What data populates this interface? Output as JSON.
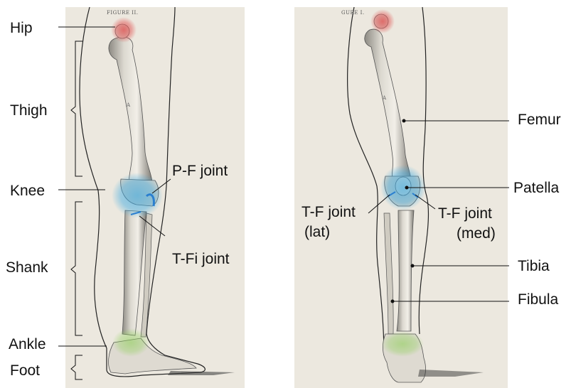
{
  "left_panel": {
    "plate_title": "FIGURE II.",
    "labels": {
      "hip": "Hip",
      "thigh": "Thigh",
      "knee": "Knee",
      "shank": "Shank",
      "ankle": "Ankle",
      "foot": "Foot",
      "pf_joint": "P-F joint",
      "tfi_joint": "T-Fi joint"
    }
  },
  "right_panel": {
    "plate_title": "GURE I.",
    "labels": {
      "femur": "Femur",
      "patella": "Patella",
      "tf_joint_lat_line1": "T-F joint",
      "tf_joint_lat_line2": "(lat)",
      "tf_joint_med_line1": "T-F joint",
      "tf_joint_med_line2": "(med)",
      "tibia": "Tibia",
      "fibula": "Fibula"
    }
  },
  "highlight_colors": {
    "hip": "#e04a4a",
    "knee": "#3aa8e0",
    "ankle": "#8fcf5a"
  }
}
